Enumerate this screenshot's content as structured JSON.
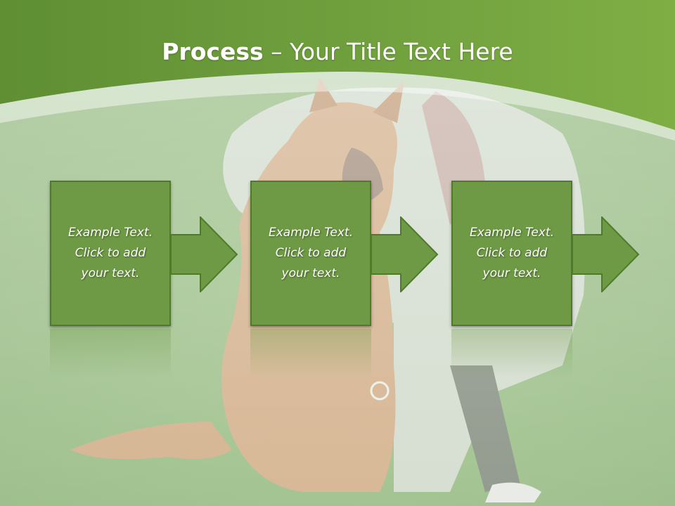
{
  "slide": {
    "title_bold": "Process",
    "title_rest": " – Your Title Text Here"
  },
  "process": {
    "steps": [
      {
        "text": "Example Text.\nClick  to add\nyour text."
      },
      {
        "text": "Example Text.\nClick  to add\nyour text."
      },
      {
        "text": "Example Text.\nClick  to add\nyour text."
      }
    ]
  },
  "colors": {
    "header_green": "#6b9a3a",
    "box_fill": "#6f9a45",
    "box_border": "#4e7a2a",
    "arrow_fill": "#6f9a45"
  }
}
